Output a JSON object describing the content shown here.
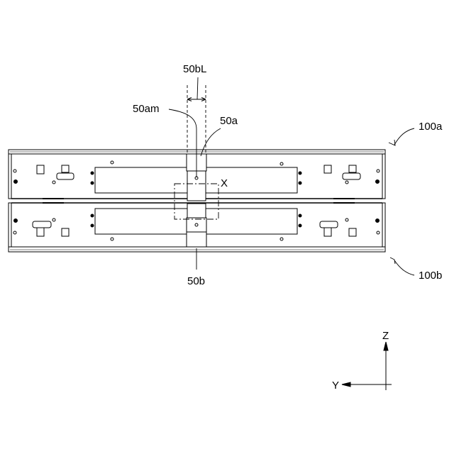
{
  "labels": {
    "dim_top": "50bL",
    "part_am": "50am",
    "part_a": "50a",
    "unit_a": "100a",
    "detail": "X",
    "part_b": "50b",
    "unit_b": "100b",
    "axis_z": "Z",
    "axis_y": "Y"
  }
}
